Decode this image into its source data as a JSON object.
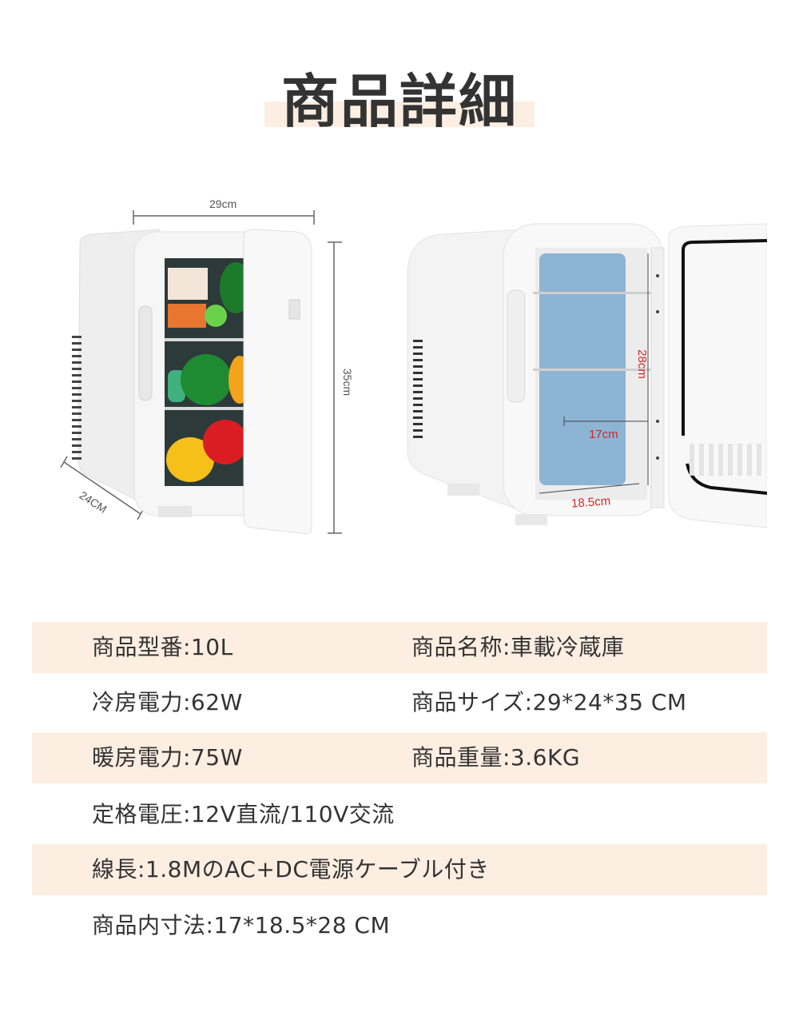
{
  "header": {
    "title": "商品詳細",
    "accent_color": "#fdeee2"
  },
  "images": {
    "left": {
      "description": "mini-fridge-front-open-with-food",
      "dimensions": {
        "width": "29cm",
        "height": "35cm",
        "depth": "24CM"
      }
    },
    "right": {
      "description": "mini-fridge-interior-empty",
      "dimensions": {
        "height": "28cm",
        "width": "17cm",
        "depth": "18.5cm"
      },
      "label_color": "#d62525"
    }
  },
  "specs": {
    "rows": [
      {
        "shaded": true,
        "a": "商品型番:10L",
        "b": "商品名称:車載冷蔵庫"
      },
      {
        "shaded": false,
        "a": "冷房電力:62W",
        "b": "商品サイズ:29*24*35 CM"
      },
      {
        "shaded": true,
        "a": "暖房電力:75W",
        "b": "商品重量:3.6KG"
      },
      {
        "shaded": false,
        "a": "定格電圧:12V直流/110V交流",
        "b": ""
      },
      {
        "shaded": true,
        "a": "線長:1.8MのAC+DC電源ケーブル付き",
        "b": ""
      },
      {
        "shaded": false,
        "a": "商品内寸法:17*18.5*28 CM",
        "b": ""
      }
    ]
  }
}
